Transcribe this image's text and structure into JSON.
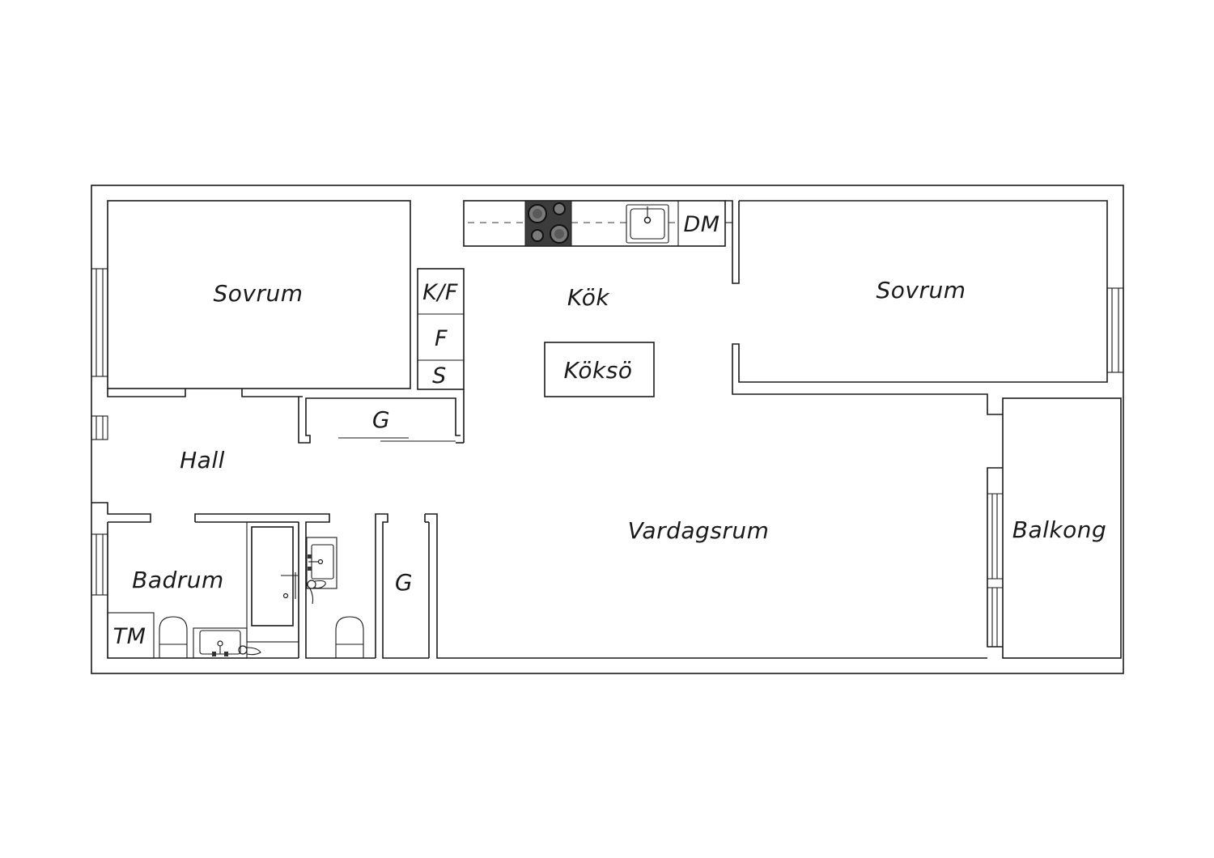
{
  "rooms": {
    "sovrum_left": "Sovrum",
    "sovrum_right": "Sovrum",
    "kok": "Kök",
    "koksö": "Köksö",
    "hall": "Hall",
    "vardagsrum": "Vardagsrum",
    "badrum": "Badrum",
    "balkong": "Balkong",
    "garderob_top": "G",
    "garderob_bottom": "G",
    "kyl_frys": "K/F",
    "frys": "F",
    "skap": "S",
    "diskmaskin": "DM",
    "tvattmaskin": "TM"
  }
}
